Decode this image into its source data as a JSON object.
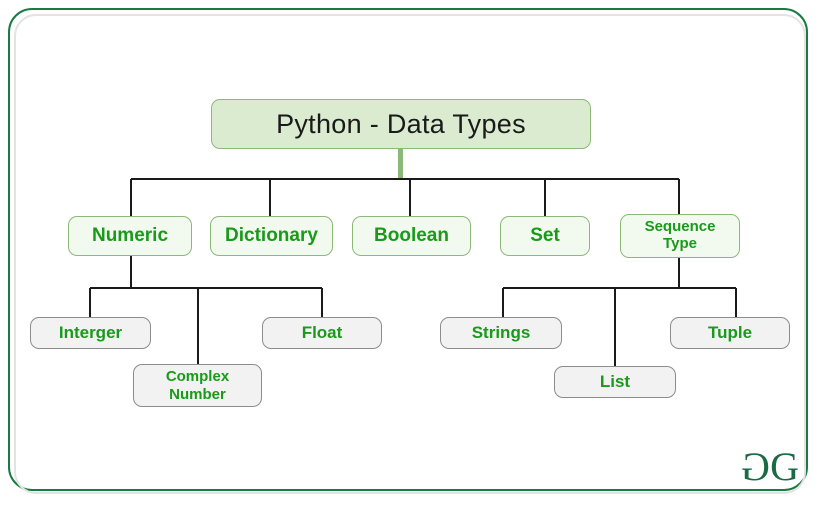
{
  "diagram": {
    "title": "Python - Data Types",
    "root": {
      "label": "Python - Data Types"
    },
    "level2": [
      {
        "label": "Numeric"
      },
      {
        "label": "Dictionary"
      },
      {
        "label": "Boolean"
      },
      {
        "label": "Set"
      },
      {
        "label": "Sequence Type",
        "line1": "Sequence",
        "line2": "Type"
      }
    ],
    "level3": [
      {
        "label": "Interger",
        "parent": "Numeric"
      },
      {
        "label": "Complex Number",
        "line1": "Complex",
        "line2": "Number",
        "parent": "Numeric"
      },
      {
        "label": "Float",
        "parent": "Numeric"
      },
      {
        "label": "Strings",
        "parent": "Sequence Type"
      },
      {
        "label": "List",
        "parent": "Sequence Type"
      },
      {
        "label": "Tuple",
        "parent": "Sequence Type"
      }
    ]
  },
  "logo": {
    "mark_left": "G",
    "mark_right": "G",
    "name": "geeksforgeeks-logo"
  },
  "colors": {
    "frame_green": "#1a7a43",
    "frame_gray": "#e3e3e3",
    "root_fill": "#dbebd0",
    "root_border": "#8cb97a",
    "level2_fill": "#f2f9ef",
    "level2_border": "#8cb97a",
    "level2_text": "#1a9a1a",
    "level3_fill": "#f2f2f2",
    "level3_border": "#8c8c8c",
    "level3_text": "#1a9a1a",
    "connector": "#1a1a1a",
    "root_connector": "#8cb97a"
  }
}
